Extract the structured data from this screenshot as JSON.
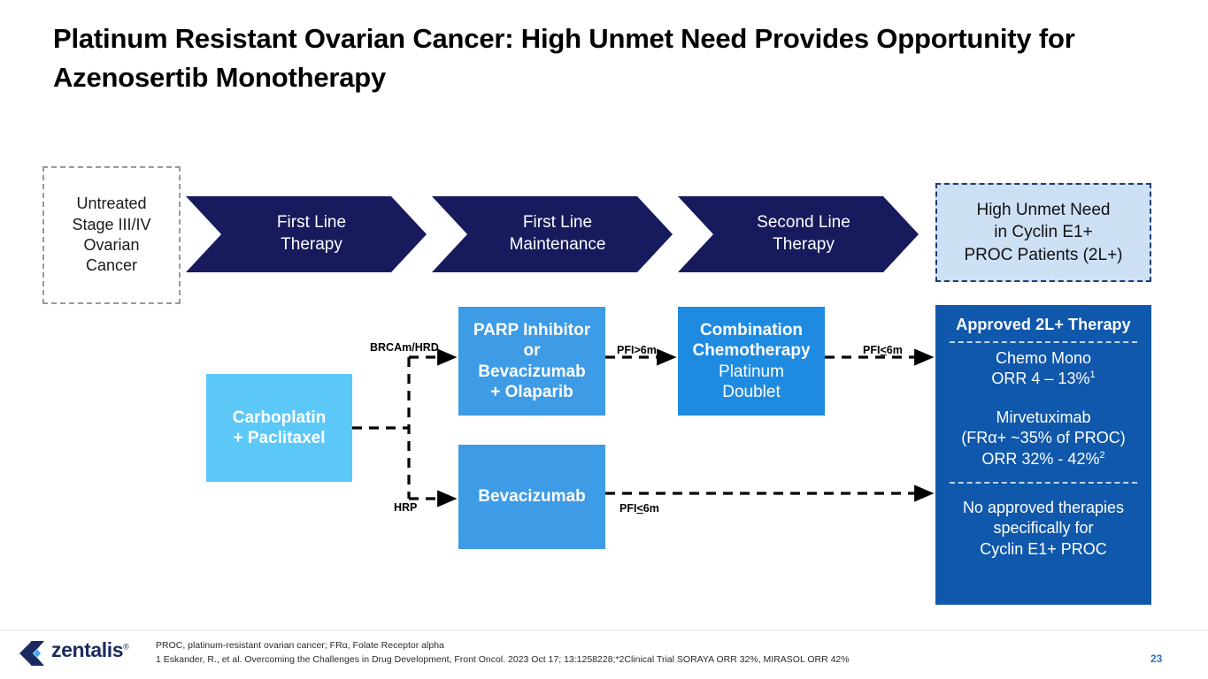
{
  "slide": {
    "title": "Platinum Resistant Ovarian Cancer: High Unmet Need Provides Opportunity for Azenosertib Monotherapy",
    "page_number": "23"
  },
  "colors": {
    "navy": "#181A5E",
    "panel_blue": "#1058AB",
    "box_blue": "#3E9BE5",
    "box_blue_combo": "#1E8BE0",
    "box_light_blue": "#5CC8F7",
    "unmet_fill": "#cde0f4",
    "unmet_border": "#1e3a73",
    "dashed_gray": "#9a9a9a",
    "page_number_color": "#2c74c9",
    "logo_dark": "#1b2a5e",
    "logo_light": "#3fa9f5"
  },
  "untreated": {
    "lines": [
      "Untreated",
      "Stage III/IV",
      "Ovarian",
      "Cancer"
    ]
  },
  "chevrons": [
    {
      "id": "first-line-therapy",
      "lines": [
        "First Line",
        "Therapy"
      ]
    },
    {
      "id": "first-line-maintenance",
      "lines": [
        "First Line",
        "Maintenance"
      ]
    },
    {
      "id": "second-line-therapy",
      "lines": [
        "Second Line",
        "Therapy"
      ]
    }
  ],
  "unmet_need": {
    "lines": [
      "High Unmet Need",
      "in Cyclin E1+",
      "PROC Patients (2L+)"
    ]
  },
  "boxes": {
    "carboplatin": {
      "lines": [
        "Carboplatin",
        "+ Paclitaxel"
      ]
    },
    "parp": {
      "lines": [
        "PARP Inhibitor",
        "or",
        "Bevacizumab",
        "+ Olaparib"
      ]
    },
    "bevacizumab": {
      "lines": [
        "Bevacizumab"
      ]
    },
    "combination": {
      "bold_lines": [
        "Combination",
        "Chemotherapy"
      ],
      "light_lines": [
        "Platinum",
        "Doublet"
      ]
    }
  },
  "connector_labels": {
    "brcam_hrd": "BRCAm/HRD",
    "hrp": "HRP",
    "pfi_gt_6m": "PFI>6m",
    "pfi_le_6m_top_prefix": "PFI",
    "pfi_le_6m_top_sym": "<",
    "pfi_le_6m_top_suffix": "6m",
    "pfi_le_6m_bottom_prefix": "PFI",
    "pfi_le_6m_bottom_sym": "<",
    "pfi_le_6m_bottom_suffix": "6m"
  },
  "approved_panel": {
    "header": "Approved 2L+ Therapy",
    "block1": [
      "Chemo Mono",
      "ORR 4 – 13%"
    ],
    "block1_sup": "1",
    "block2": [
      "Mirvetuximab",
      "(FRα+ ~35% of PROC)",
      "ORR 32% - 42%"
    ],
    "block2_sup": "2",
    "block3": [
      "No approved therapies",
      "specifically for",
      "Cyclin E1+ PROC"
    ]
  },
  "footer": {
    "logo_text": "zentalis",
    "logo_mark": "zentalis-z-logo",
    "note_line1": "PROC, platinum-resistant ovarian cancer; FRα, Folate Receptor alpha",
    "note_line2": "1 Eskander, R., et al. Overcoming the Challenges in Drug Development, Front Oncol. 2023 Oct 17; 13:1258228;*2Clinical Trial SORAYA ORR 32%, MIRASOL ORR 42%"
  }
}
